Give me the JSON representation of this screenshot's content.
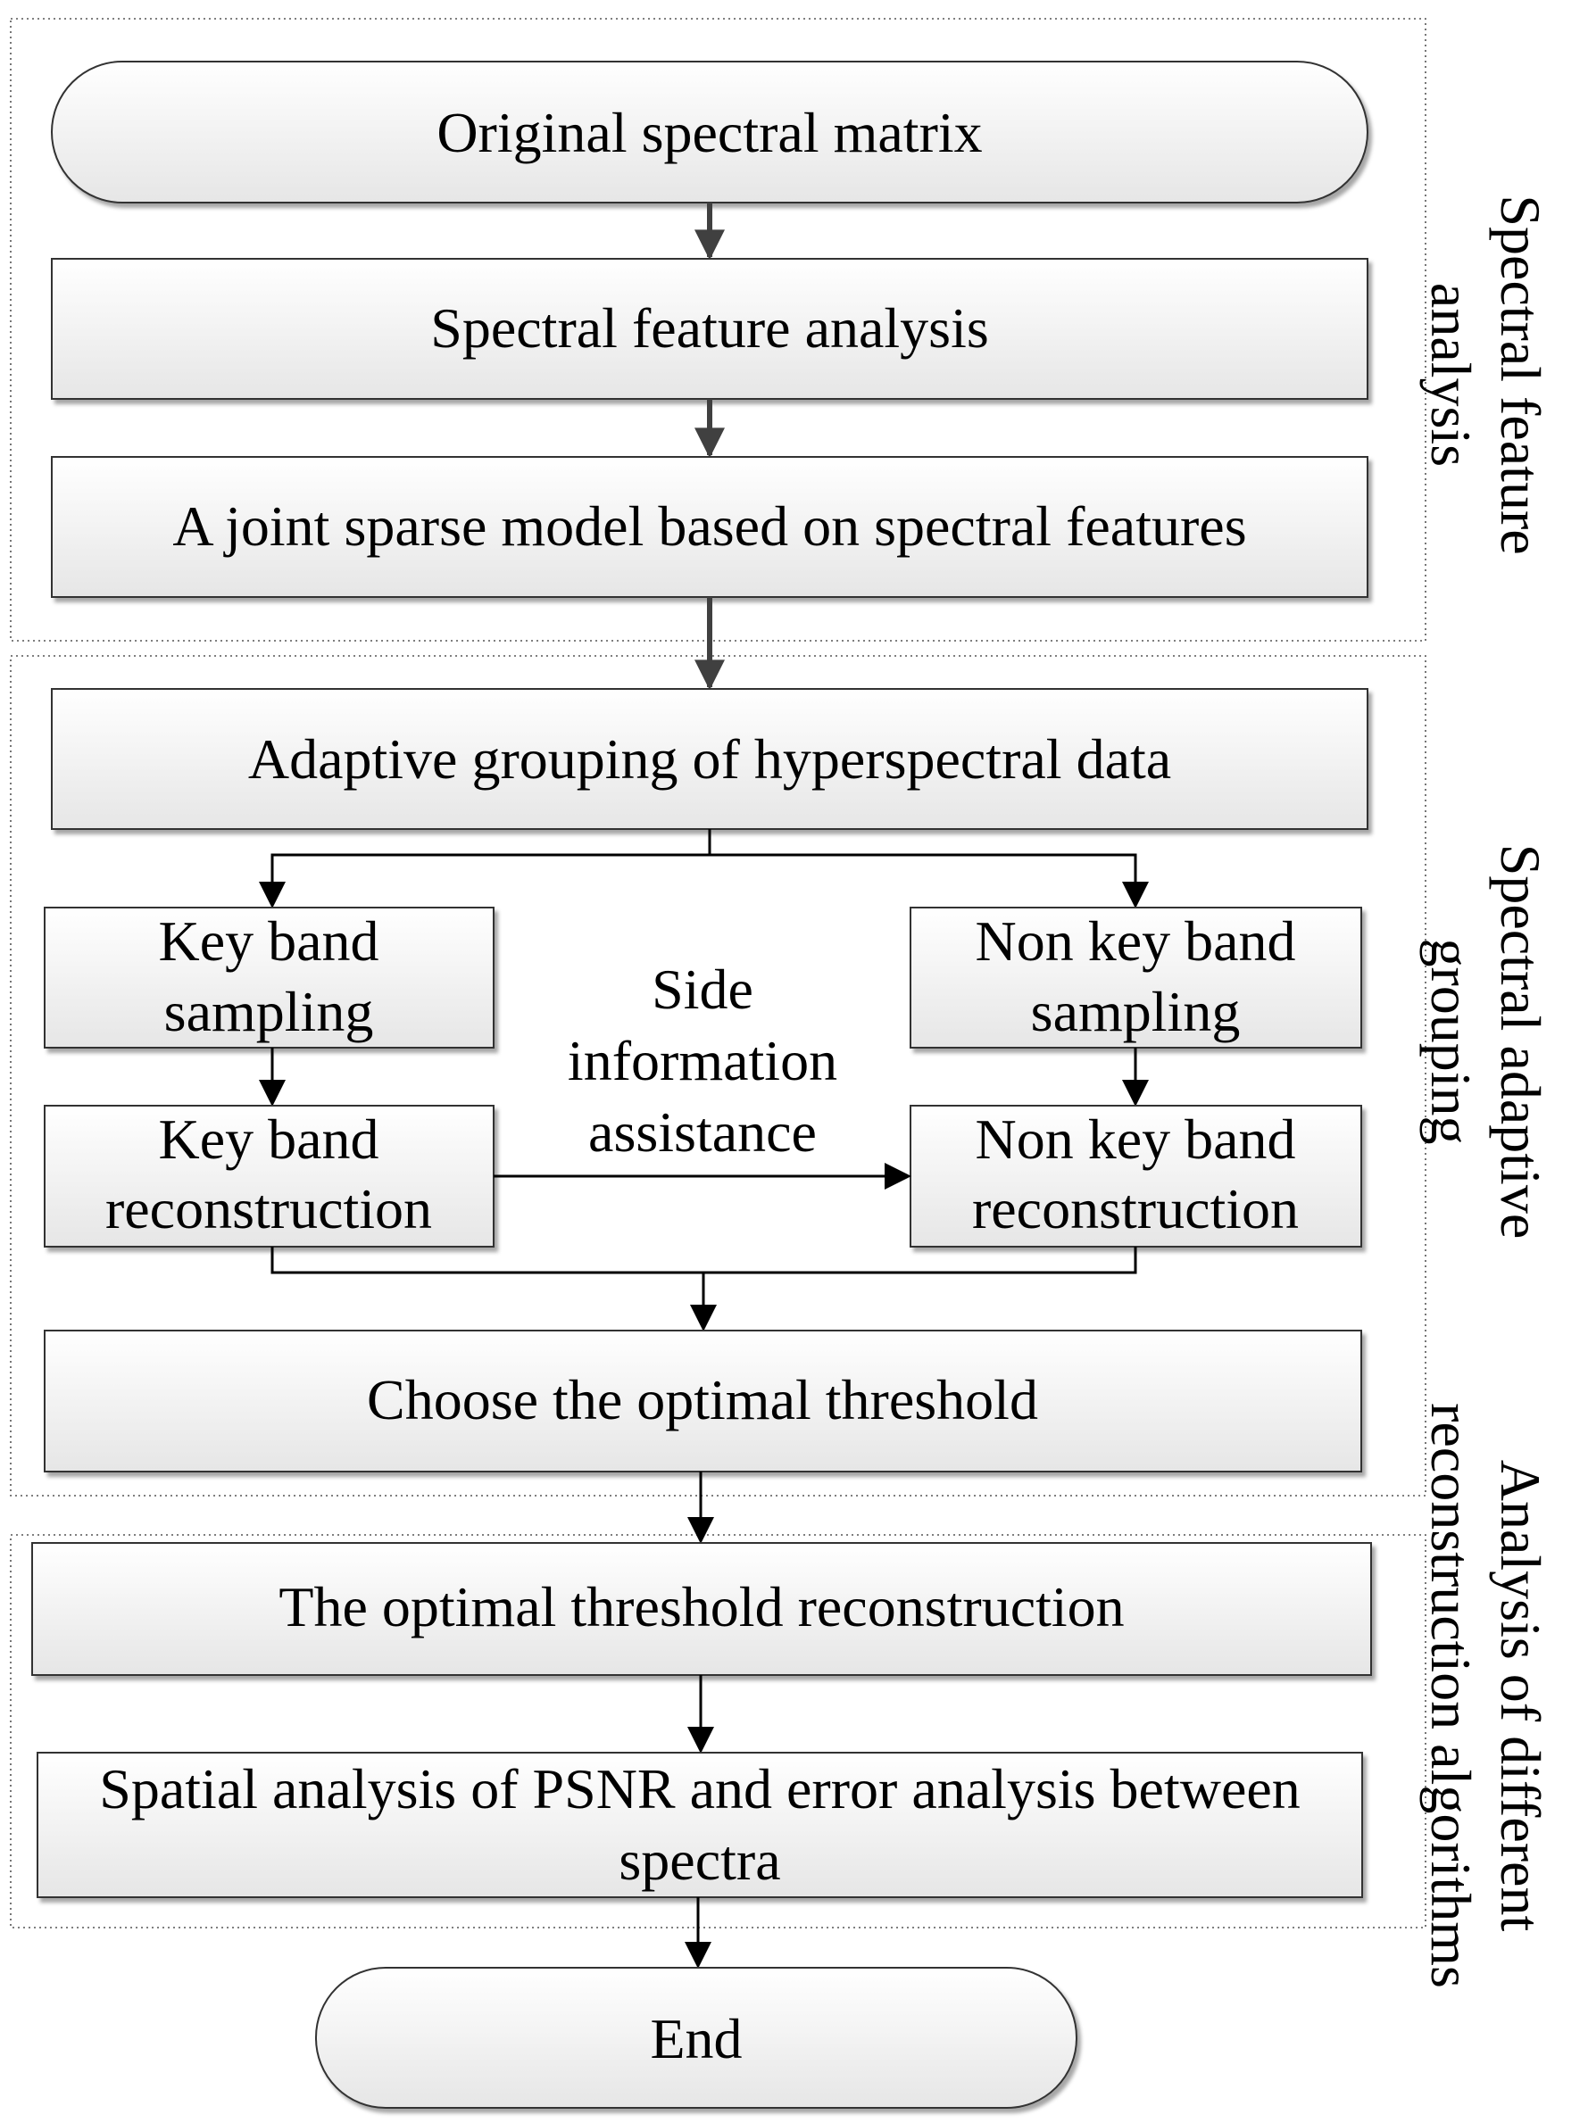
{
  "nodes": {
    "original": "Original spectral matrix",
    "feature_analysis": "Spectral feature analysis",
    "joint_sparse": "A joint sparse model based on spectral features",
    "adaptive_grouping": "Adaptive grouping of hyperspectral data",
    "key_sampling": [
      "Key band",
      "sampling"
    ],
    "key_reconstruction": [
      "Key band",
      "reconstruction"
    ],
    "side_info": [
      "Side",
      "information",
      "assistance"
    ],
    "nonkey_sampling": [
      "Non key band",
      "sampling"
    ],
    "nonkey_reconstruction": [
      "Non key band",
      "reconstruction"
    ],
    "choose_threshold": "Choose the optimal threshold",
    "optimal_reconstruction": "The optimal threshold reconstruction",
    "spatial_analysis": [
      "Spatial analysis of PSNR and error analysis between",
      "spectra"
    ],
    "end": "End"
  },
  "groups": {
    "feature_analysis_label": [
      "Spectral feature",
      "analysis"
    ],
    "adaptive_grouping_label": [
      "Spectral adaptive",
      "grouping"
    ],
    "algorithms_label": [
      "Analysis of different",
      "reconstruction algorithms"
    ]
  }
}
